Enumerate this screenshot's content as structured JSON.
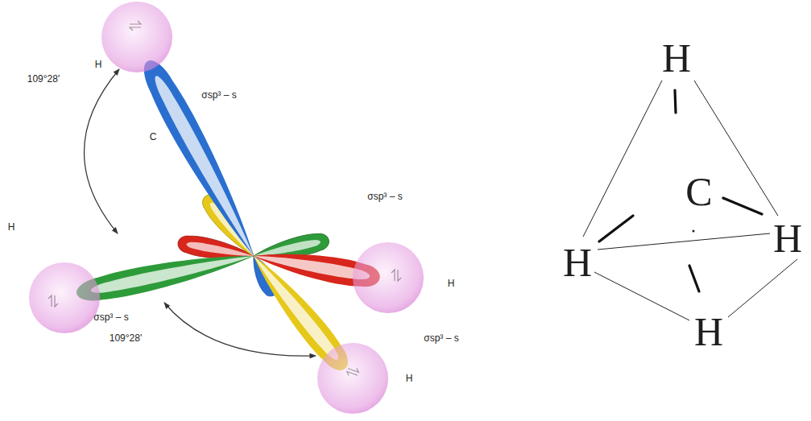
{
  "diagram": {
    "nodes": [
      {
        "text": [
          "H"
        ]
      },
      {
        "text": [
          "H"
        ]
      },
      {
        "text": [
          "H"
        ]
      },
      {
        "text": [
          "H"
        ]
      }
    ],
    "labels": [
      "109°28'",
      "C",
      "σsp³ – s",
      "σsp³ – s",
      "109°28'",
      "σsp³ – s",
      "σsp³ – s",
      "H",
      "C",
      "H",
      "H",
      "H"
    ]
  }
}
